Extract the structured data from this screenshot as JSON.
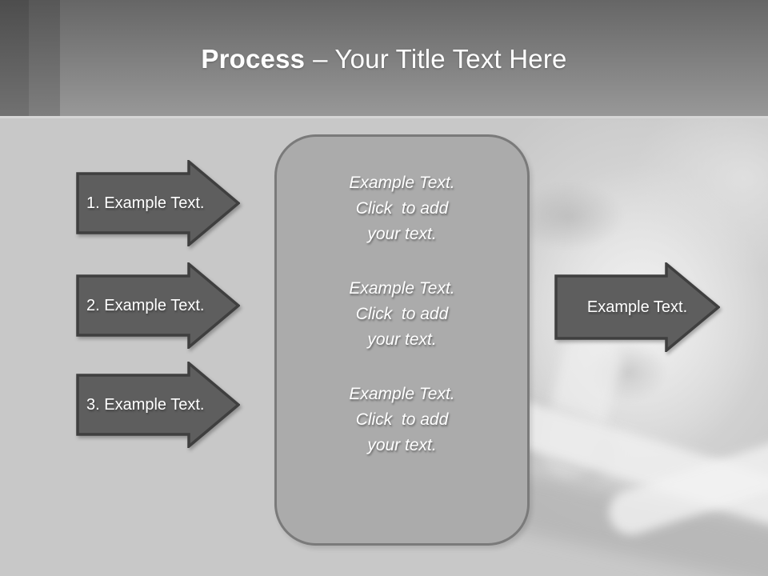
{
  "title": {
    "emphasis": "Process",
    "rest": "– Your Title Text Here"
  },
  "process_steps": [
    {
      "label": "1. Example Text."
    },
    {
      "label": "2. Example Text."
    },
    {
      "label": "3. Example Text."
    }
  ],
  "output_arrow": {
    "label": "Example Text."
  },
  "center_panel": {
    "blocks": [
      {
        "line1": "Example Text.",
        "line2": "Click  to add",
        "line3": "your text."
      },
      {
        "line1": "Example Text.",
        "line2": "Click  to add",
        "line3": "your text."
      },
      {
        "line1": "Example Text.",
        "line2": "Click  to add",
        "line3": "your text."
      }
    ]
  },
  "colors": {
    "header_gradient_top": "#666666",
    "header_gradient_bottom": "#989898",
    "stripe_dark_top": "#4d4d4d",
    "stripe_dark_bottom": "#717171",
    "stripe_mid_top": "#575757",
    "stripe_mid_bottom": "#7e7e7e",
    "divider": "#d6d6d6",
    "body_bg": "#c8c8c8",
    "arrow_fill": "#5e5e5e",
    "arrow_border": "#3f3f3f",
    "panel_fill": "#ababab",
    "panel_border": "#7a7a7a",
    "text_white": "#ffffff"
  }
}
